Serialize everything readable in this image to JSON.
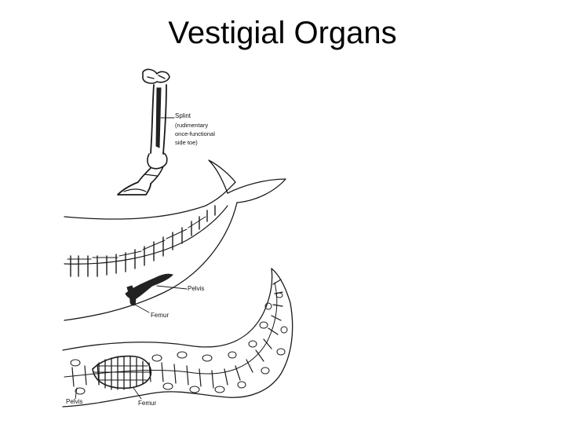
{
  "slide": {
    "title": "Vestigial Organs"
  },
  "horse_leg": {
    "label_lines": [
      "Splint",
      "(rudimentary",
      "once-functional",
      "side toe)"
    ]
  },
  "whale": {
    "label_pelvis": "Pelvis",
    "label_femur": "Femur"
  },
  "snake": {
    "label_pelvis": "Pelvis",
    "label_femur": "Femur"
  },
  "colors": {
    "ink": "#1a1a1a",
    "bone_dark": "#222222",
    "background": "#ffffff"
  }
}
